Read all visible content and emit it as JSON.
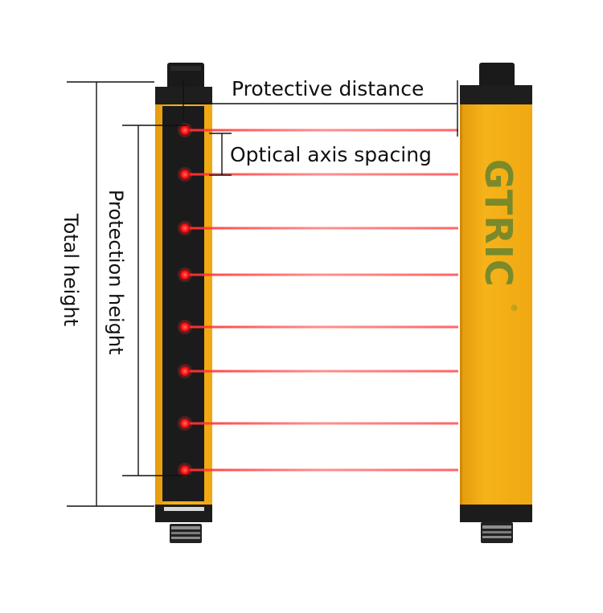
{
  "labels": {
    "protective_distance": "Protective distance",
    "optical_axis_spacing": "Optical axis spacing",
    "protection_height": "Protection height",
    "total_height": "Total height"
  },
  "brand": {
    "logo_text": "GTRIC",
    "registered_mark": "®"
  },
  "colors": {
    "housing_yellow": "#f2ab14",
    "housing_dark": "#1c1b1c",
    "beam_red": "#ff2a2a",
    "logo_green": "#7a8a2a",
    "line_black": "#111111"
  },
  "beam_count": 8
}
